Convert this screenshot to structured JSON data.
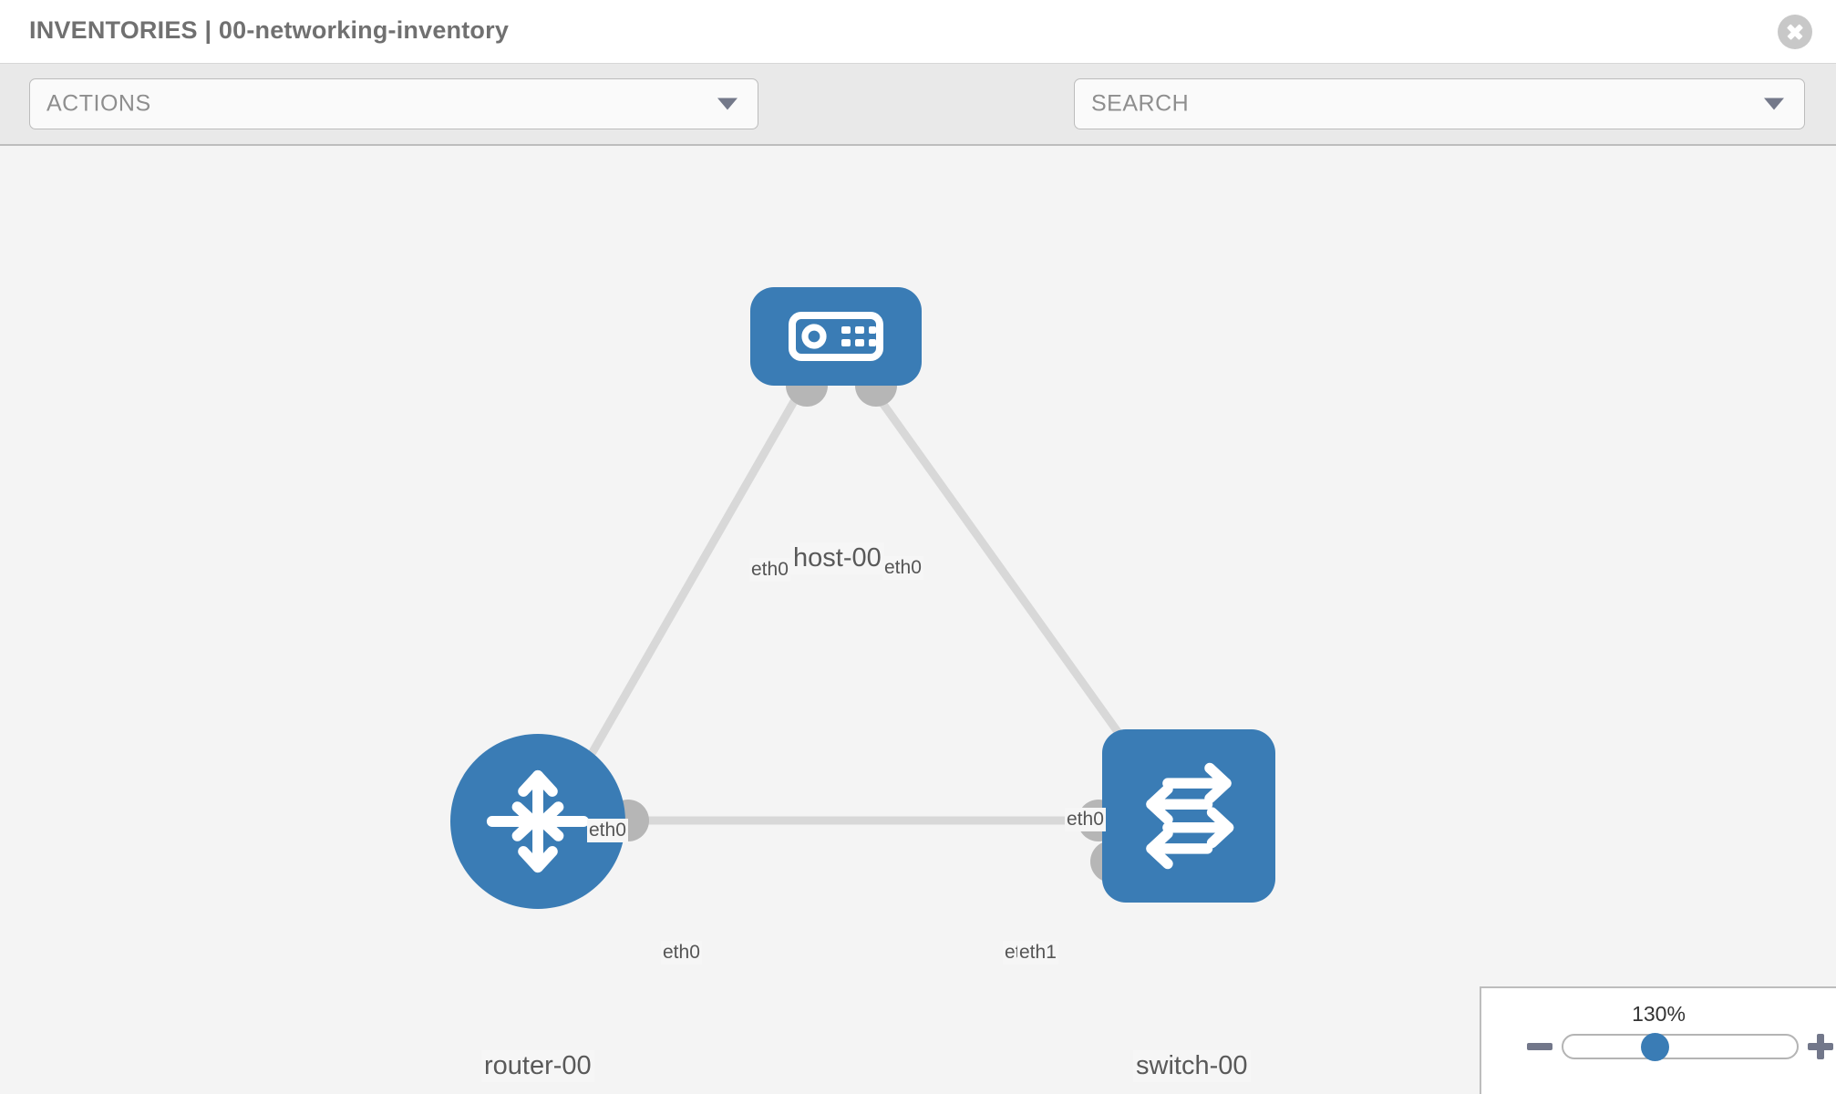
{
  "header": {
    "title": "INVENTORIES | 00-networking-inventory",
    "close_icon": "close-circle-icon"
  },
  "toolbar": {
    "actions": {
      "label": "ACTIONS",
      "caret_icon": "chevron-down-icon"
    },
    "search": {
      "placeholder": "SEARCH",
      "label": "SEARCH",
      "caret_icon": "chevron-down-icon"
    },
    "wrench_icon": "wrench-icon",
    "key_icon": "key-icon"
  },
  "topology": {
    "nodes": [
      {
        "id": "host-00",
        "label": "host-00",
        "icon": "server-icon",
        "color": "#3a7cb5"
      },
      {
        "id": "router-00",
        "label": "router-00",
        "icon": "router-arrows-icon",
        "color": "#3a7cb5"
      },
      {
        "id": "switch-00",
        "label": "switch-00",
        "icon": "switch-arrows-icon",
        "color": "#3a7cb5"
      }
    ],
    "edge_labels": {
      "host_left": "eth0",
      "host_right": "eth0",
      "router_up": "eth0",
      "switch_up": "eth0",
      "router_right": "eth0",
      "switch_left_a": "eth",
      "switch_left_b": "eth1"
    },
    "link_color": "#d8d8d8",
    "endpoint_color": "#b6b6b6"
  },
  "zoom_control": {
    "level": "130%",
    "minus_label": "minus-icon",
    "plus_label": "plus-icon"
  }
}
